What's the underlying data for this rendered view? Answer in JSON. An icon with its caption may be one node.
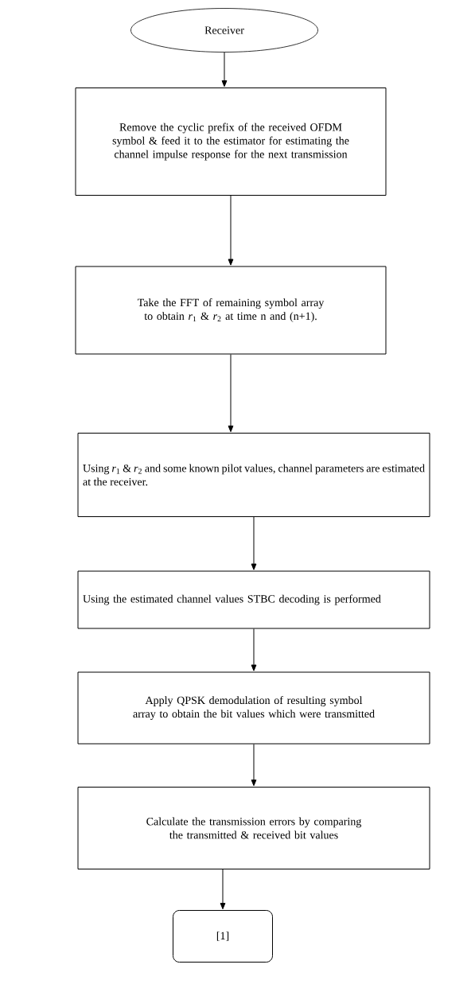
{
  "diagram": {
    "nodes": [
      {
        "text": [
          "Receiver"
        ]
      },
      {
        "text": [
          "Remove the cyclic prefix of the received OFDM symbol & feed it to the estimator for estimating the channel impulse response for the next transmission"
        ]
      },
      {
        "text": [
          "Take the FFT of remaining symbol array to obtain *r*$_{1}$ & *r*$_{2}$ at time n and (n+1)."
        ]
      },
      {
        "text": [
          "Using *r*$_{1}$ & *r*$_{2}$ and some known pilot values, channel parameters are estimated at the receiver."
        ]
      },
      {
        "text": [
          "Using the estimated channel values STBC decoding is performed"
        ]
      },
      {
        "text": [
          "Apply QPSK demodulation of resulting symbol array to obtain the bit values which were transmitted"
        ]
      },
      {
        "text": [
          "Calculate the transmission errors by comparing the transmitted & received bit values"
        ]
      },
      {
        "text": [
          "[1]"
        ]
      }
    ],
    "edges": [
      {
        "from": 0,
        "to": 1,
        "arrow": "to"
      },
      {
        "from": 1,
        "to": 2,
        "arrow": "to"
      },
      {
        "from": 2,
        "to": 3,
        "arrow": "to"
      },
      {
        "from": 3,
        "to": 4,
        "arrow": "to"
      },
      {
        "from": 4,
        "to": 5,
        "arrow": "to"
      },
      {
        "from": 5,
        "to": 6,
        "arrow": "to"
      },
      {
        "from": 6,
        "to": 7,
        "arrow": "to"
      }
    ]
  }
}
